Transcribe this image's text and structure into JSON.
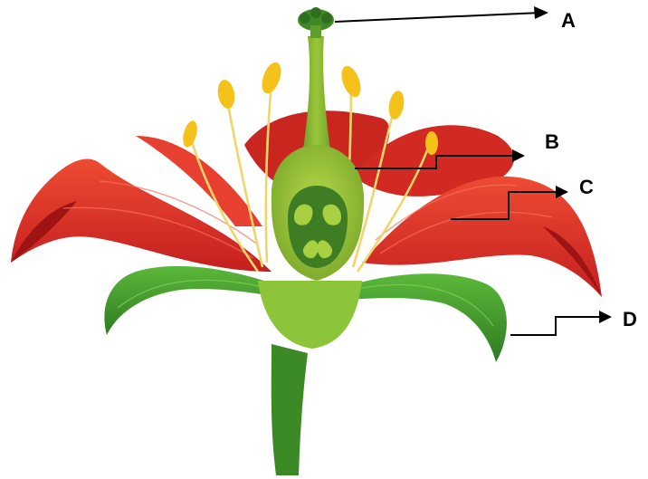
{
  "labels": {
    "a": "A",
    "b": "B",
    "c": "C",
    "d": "D"
  },
  "colors": {
    "petal_red": "#e0302a",
    "petal_dark": "#a31616",
    "sepal_green": "#3f9a2c",
    "pistil_green": "#8fbf2e",
    "anther_yellow": "#f5c21b",
    "filament": "#f0d66a"
  }
}
